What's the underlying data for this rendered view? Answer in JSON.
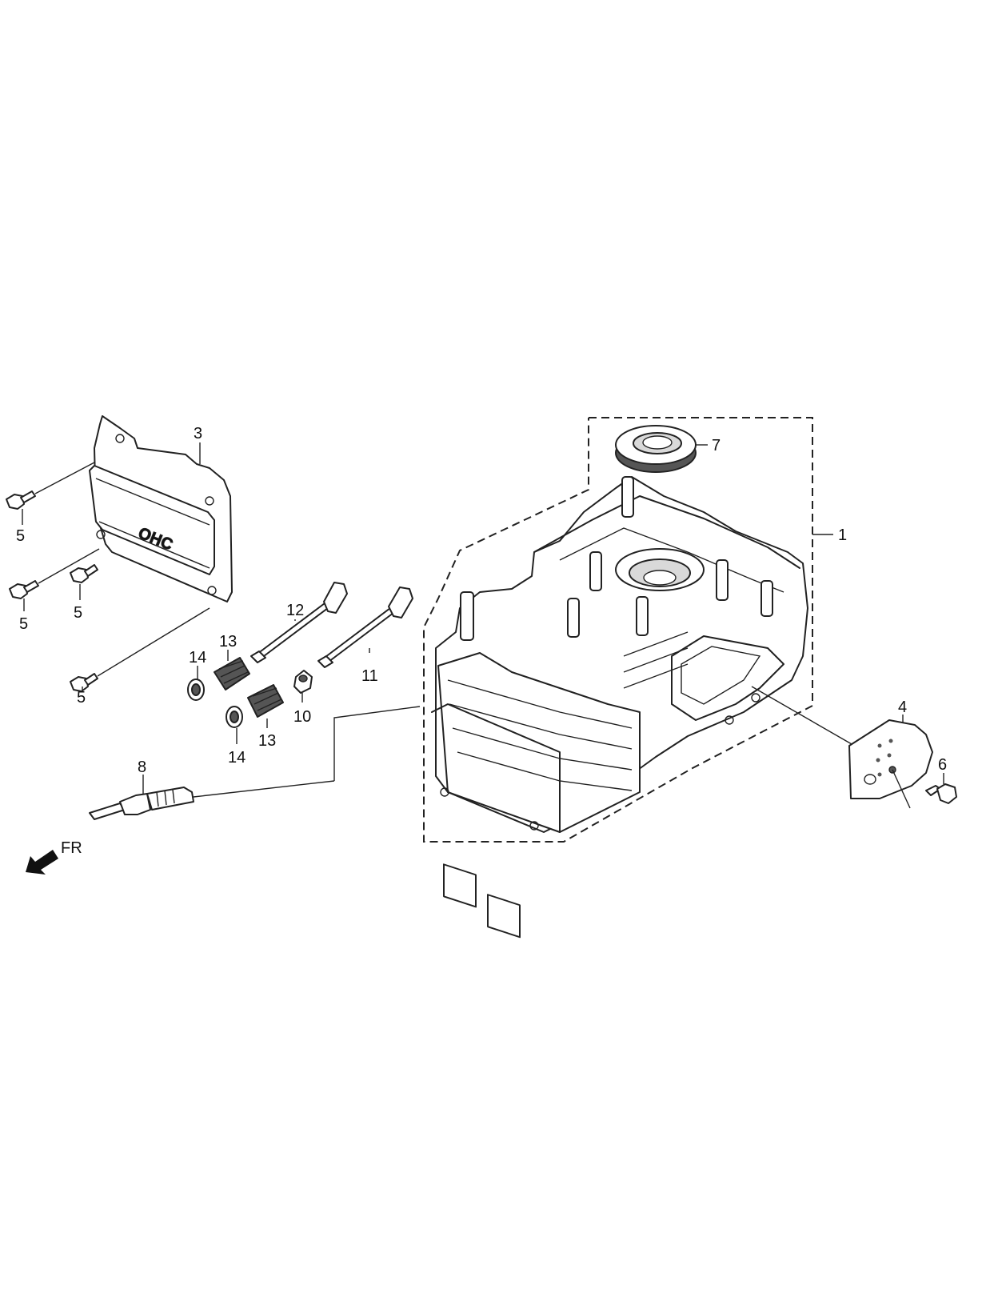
{
  "callouts": {
    "c1": "1",
    "c3": "3",
    "c4": "4",
    "c5": "5",
    "c6": "6",
    "c7": "7",
    "c8": "8",
    "c10": "10",
    "c11": "11",
    "c12": "12",
    "c13": "13",
    "c14": "14"
  },
  "direction_label": "FR",
  "cover_logo_text": "OHC"
}
